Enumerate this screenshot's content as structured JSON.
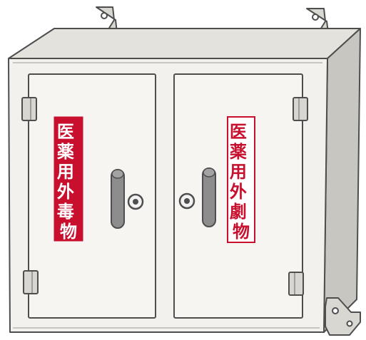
{
  "scene": {
    "description_free": true,
    "colors": {
      "cabinet_front": "#f1f0ec",
      "cabinet_side": "#c9c7c1",
      "cabinet_top": "#e3e1dc",
      "outline": "#5a5a5a",
      "hinge": "#d8d6d1",
      "handle": "#8c8c8c",
      "label_red": "#c8102e",
      "label_white": "#ffffff"
    },
    "labels": {
      "left_door": [
        "医",
        "薬",
        "用",
        "外",
        "毒",
        "物"
      ],
      "right_door": [
        "医",
        "薬",
        "用",
        "外",
        "劇",
        "物"
      ]
    },
    "icons": {
      "left_lock": "keyhole-icon",
      "right_lock": "keyhole-icon"
    }
  }
}
